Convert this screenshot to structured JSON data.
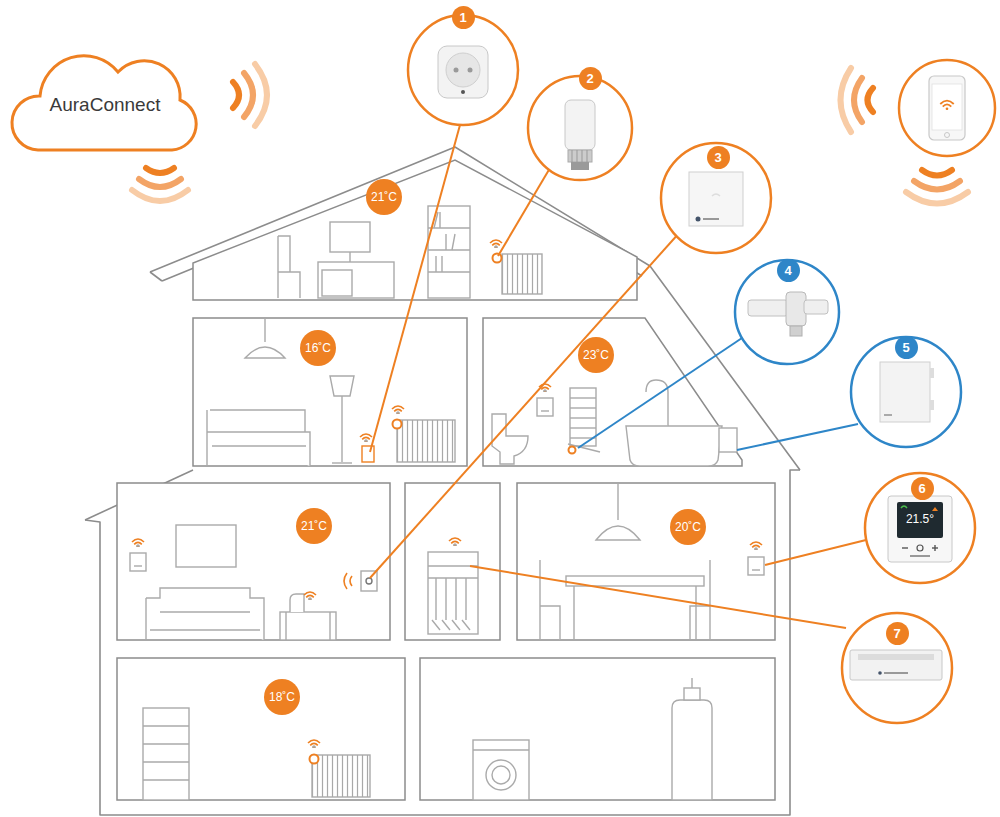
{
  "diagram": {
    "nodes": [
      {
        "text": [
          "1"
        ]
      },
      {
        "text": [
          "2"
        ]
      },
      {
        "text": [
          "AuraConnect"
        ]
      },
      {
        "text": [
          "3"
        ]
      },
      {
        "text": [
          "21˚C"
        ]
      },
      {
        "text": [
          "4"
        ]
      },
      {
        "text": [
          "5"
        ]
      },
      {
        "text": [
          "16˚C"
        ]
      },
      {
        "text": [
          "23˚C"
        ]
      },
      {
        "text": [
          "6"
        ]
      },
      {
        "text": [
          "21˚C"
        ]
      },
      {
        "text": [
          "20˚C"
        ]
      },
      {
        "text": [
          "7"
        ]
      },
      {
        "text": [
          "18˚C"
        ]
      }
    ],
    "labels": [
      "21.5°"
    ]
  }
}
